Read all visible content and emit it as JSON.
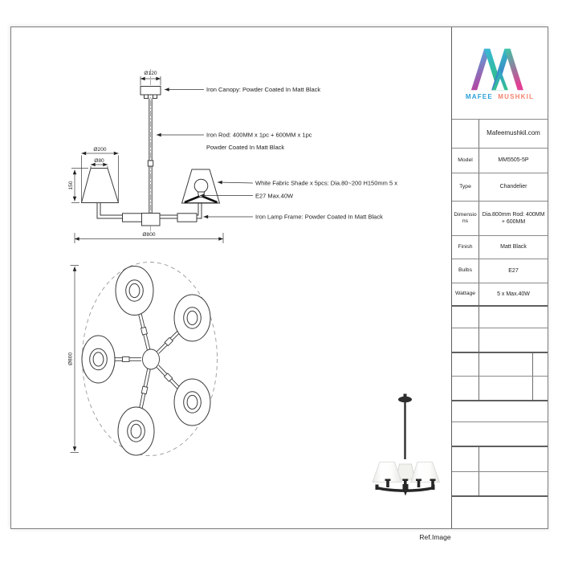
{
  "logo": {
    "word1": "MAFEE",
    "word2": "MUSHKIL"
  },
  "spec_table": {
    "header": "Mafeemushkil.com",
    "rows": [
      {
        "label": "Model",
        "value": "MM5505-5P"
      },
      {
        "label": "Type",
        "value": "Chandelier"
      },
      {
        "label": "Dimensions",
        "value": "Dia.800mm Rod: 400MM + 600MM"
      },
      {
        "label": "Finish",
        "value": "Matt Black"
      },
      {
        "label": "Bulbs",
        "value": "E27"
      },
      {
        "label": "Wattage",
        "value": "5 x Max.40W"
      }
    ]
  },
  "annotations": {
    "canopy": "Iron Canopy: Powder Coated In Matt Black",
    "rod_line1": "Iron Rod: 400MM x 1pc + 600MM x 1pc",
    "rod_line2": "Powder Coated In Matt Black",
    "shade": "White Fabric Shade x 5pcs: Dia.80~200 H150mm 5 x",
    "bulb": "E27 Max.40W",
    "frame": "Iron Lamp Frame: Powder Coated In Matt Black"
  },
  "dims": {
    "canopy": "Ø120",
    "shade_bottom": "Ø200",
    "shade_top": "Ø80",
    "shade_height": "150",
    "overall_side": "Ø800",
    "overall_top": "Ø800"
  },
  "ref_image": {
    "caption": "Ref.Image"
  },
  "colors": {
    "logo_blue": "#2b9fd8",
    "logo_coral": "#f5826e",
    "line": "#3a3a3a",
    "dim_line": "#444444",
    "table_border": "#6e6e6e"
  }
}
